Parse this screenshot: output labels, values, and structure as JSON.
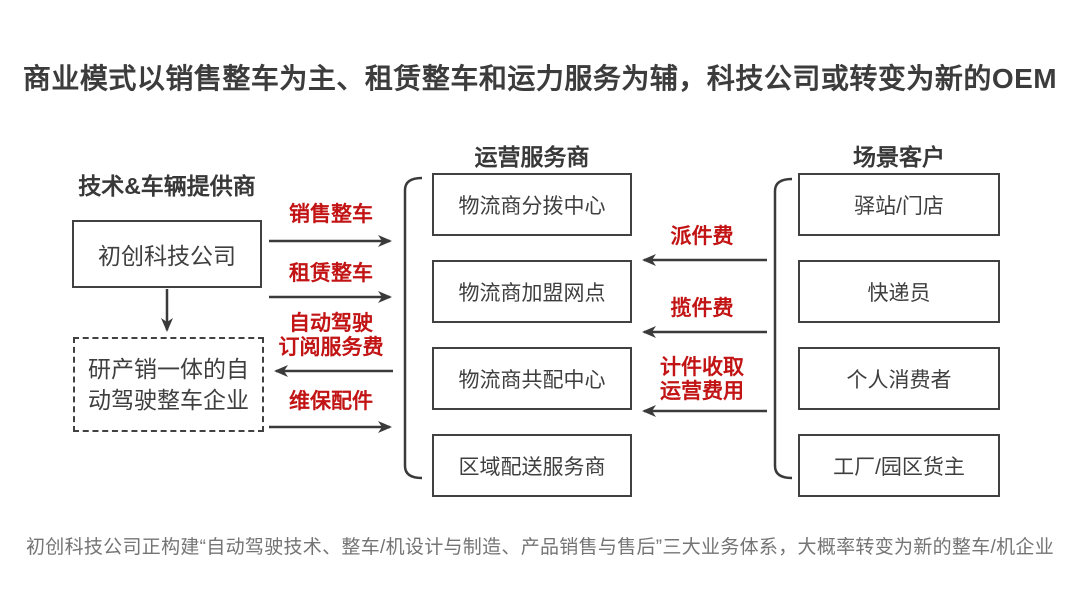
{
  "title": "商业模式以销售整车为主、租赁整车和运力服务为辅，科技公司或转变为新的OEM",
  "footer": "初创科技公司正构建“自动驾驶技术、整车/机设计与制造、产品销售与售后”三大业务体系，大概率转变为新的整车/机企业",
  "colors": {
    "accent_red": "#c21414",
    "line_dark": "#3a3a3a",
    "box_text": "#3f3f3f",
    "caption_gray": "#747474",
    "background": "#ffffff"
  },
  "left_column": {
    "header": "技术&车辆提供商",
    "startup_box": "初创科技公司",
    "integrated_box_lines": [
      "研产销一体的自",
      "动驾驶整车企业"
    ]
  },
  "middle_column": {
    "header": "运营服务商",
    "boxes": [
      "物流商分拨中心",
      "物流商加盟网点",
      "物流商共配中心",
      "区域配送服务商"
    ]
  },
  "right_column": {
    "header": "场景客户",
    "boxes": [
      "驿站/门店",
      "快递员",
      "个人消费者",
      "工厂/园区货主"
    ]
  },
  "left_flows": [
    {
      "lines": [
        "销售整车"
      ],
      "direction": "right"
    },
    {
      "lines": [
        "租赁整车"
      ],
      "direction": "right"
    },
    {
      "lines": [
        "自动驾驶",
        "订阅服务费"
      ],
      "direction": "left"
    },
    {
      "lines": [
        "维保配件"
      ],
      "direction": "right"
    }
  ],
  "right_flows": [
    {
      "lines": [
        "派件费"
      ],
      "direction": "left"
    },
    {
      "lines": [
        "揽件费"
      ],
      "direction": "left"
    },
    {
      "lines": [
        "计件收取",
        "运营费用"
      ],
      "direction": "left"
    }
  ]
}
